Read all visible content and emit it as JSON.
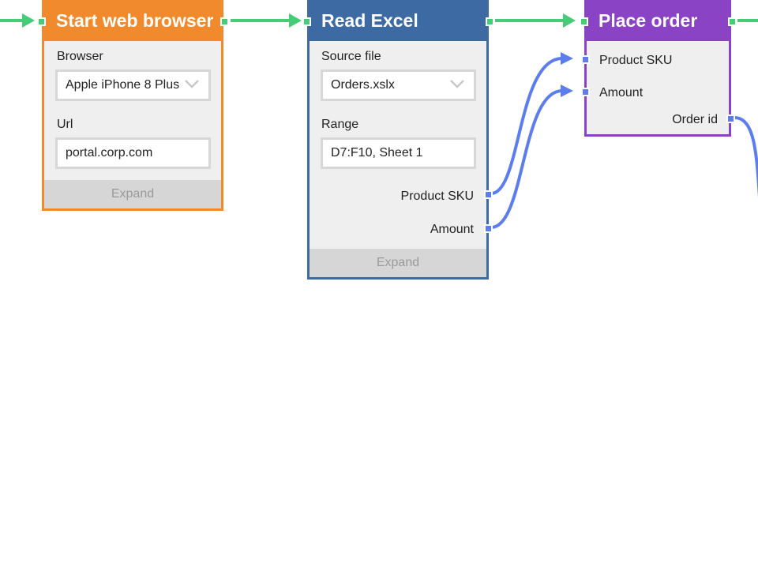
{
  "colors": {
    "flow": "#44cc77",
    "data": "#5b7dee",
    "start_node": "#f18a2d",
    "excel_node": "#3d6aa3",
    "order_node": "#8a43c4"
  },
  "nodes": {
    "start_web_browser": {
      "title": "Start web browser",
      "fields": {
        "browser": {
          "label": "Browser",
          "value": "Apple iPhone 8 Plus",
          "icon": "chevron-down-icon"
        },
        "url": {
          "label": "Url",
          "value": "portal.corp.com"
        }
      },
      "expand_label": "Expand"
    },
    "read_excel": {
      "title": "Read Excel",
      "fields": {
        "source_file": {
          "label": "Source file",
          "value": "Orders.xslx",
          "icon": "chevron-down-icon"
        },
        "range": {
          "label": "Range",
          "value": "D7:F10, Sheet 1"
        }
      },
      "outputs": [
        "Product SKU",
        "Amount"
      ],
      "expand_label": "Expand"
    },
    "place_order": {
      "title": "Place order",
      "inputs": [
        "Product SKU",
        "Amount"
      ],
      "outputs": [
        "Order id"
      ]
    }
  }
}
